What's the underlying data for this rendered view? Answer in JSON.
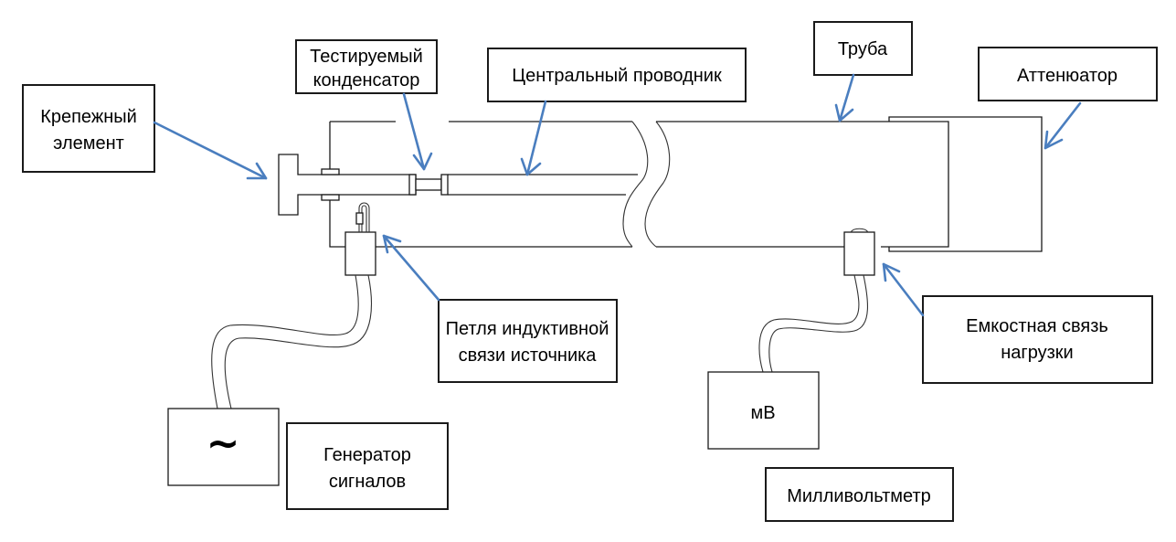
{
  "diagram": {
    "title": "Схема измерительной установки для испытания конденсатора",
    "labels": {
      "fastener": [
        "Крепежный",
        "элемент"
      ],
      "capacitor": [
        "Тестируемый",
        "конденсатор"
      ],
      "center_conductor": [
        "Центральный проводник"
      ],
      "pipe": [
        "Труба"
      ],
      "attenuator": [
        "Аттенюатор"
      ],
      "source_loop": [
        "Петля индуктивной",
        "связи источника"
      ],
      "load_coupling": [
        "Емкостная связь",
        "нагрузки"
      ],
      "generator": [
        "Генератор",
        "сигналов"
      ],
      "millivoltmeter": [
        "Милливольтметр"
      ]
    },
    "devices": {
      "generator_symbol": "~",
      "millivoltmeter_symbol": "мВ"
    },
    "colors": {
      "arrow": "#4a7ebf",
      "line": "#1a1a1a",
      "background": "#ffffff"
    }
  }
}
